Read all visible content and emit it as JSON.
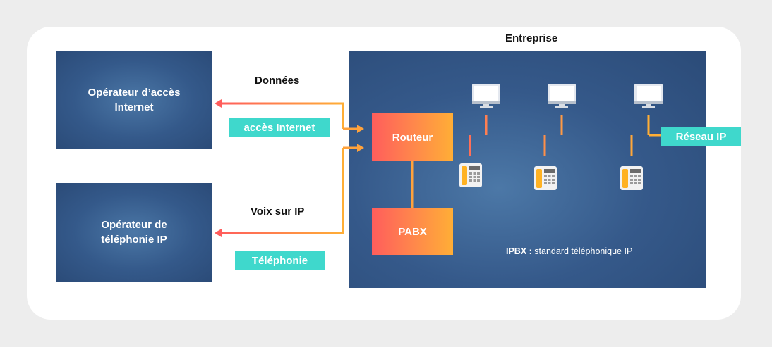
{
  "operators": {
    "internet": "Opérateur d’accès Internet",
    "telephony": "Opérateur de téléphonie IP"
  },
  "labels": {
    "entreprise": "Entreprise",
    "donnees": "Données",
    "voix": "Voix sur IP",
    "acces_internet": "accès Internet",
    "telephonie": "Téléphonie",
    "reseau_ip": "Réseau IP",
    "routeur": "Routeur",
    "pabx": "PABX",
    "ipbx_term": "IPBX :",
    "ipbx_desc": " standard téléphonique IP"
  },
  "icons": {
    "computer": "computer-icon",
    "phone": "desk-phone-icon"
  },
  "colors": {
    "navy_box": "#34598a",
    "teal_tag": "#3fd8cc",
    "gradient_start": "#ff5d5c",
    "gradient_end": "#ffae36"
  }
}
